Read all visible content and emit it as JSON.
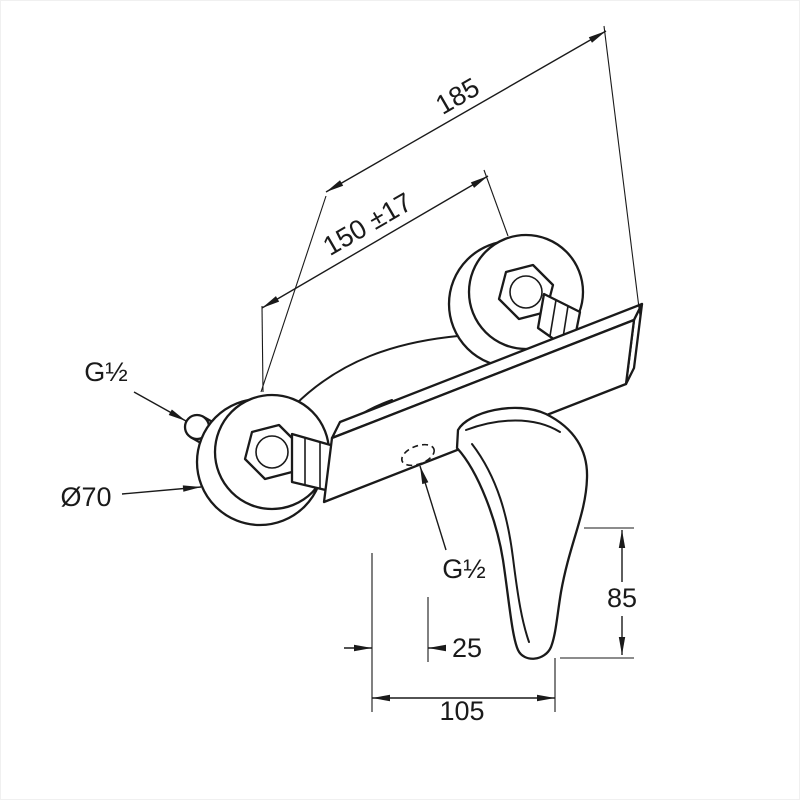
{
  "diagram": {
    "type": "technical-drawing-shower-mixer",
    "colors": {
      "line": "#1a1a1a",
      "background": "#ffffff"
    },
    "labels": {
      "overall_width": "185",
      "pitch": "150 ±17",
      "inlet_thread": "G½",
      "flange_diameter": "Ø70",
      "outlet_thread": "G½",
      "outlet_offset": "25",
      "body_width": "105",
      "handle_drop": "85"
    }
  }
}
